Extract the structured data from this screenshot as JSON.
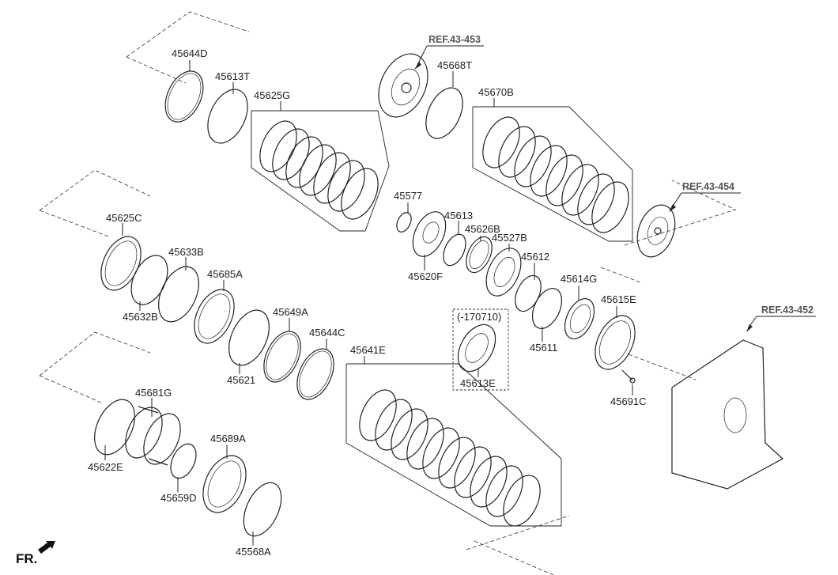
{
  "diagram": {
    "title": "Transmission clutch exploded view",
    "direction_label": "FR.",
    "references": [
      {
        "id": "ref-43-453",
        "label": "REF.43-453"
      },
      {
        "id": "ref-43-454",
        "label": "REF.43-454"
      },
      {
        "id": "ref-43-452",
        "label": "REF.43-452"
      }
    ],
    "parts": [
      {
        "id": "p45644D",
        "label": "45644D"
      },
      {
        "id": "p45613T",
        "label": "45613T"
      },
      {
        "id": "p45625G",
        "label": "45625G"
      },
      {
        "id": "p45668T",
        "label": "45668T"
      },
      {
        "id": "p45670B",
        "label": "45670B"
      },
      {
        "id": "p45577",
        "label": "45577"
      },
      {
        "id": "p45613",
        "label": "45613"
      },
      {
        "id": "p45626B",
        "label": "45626B"
      },
      {
        "id": "p45527B",
        "label": "45527B"
      },
      {
        "id": "p45620F",
        "label": "45620F"
      },
      {
        "id": "p45612",
        "label": "45612"
      },
      {
        "id": "p45614G",
        "label": "45614G"
      },
      {
        "id": "p45615E",
        "label": "45615E"
      },
      {
        "id": "p45611",
        "label": "45611"
      },
      {
        "id": "p45613E",
        "label": "45613E"
      },
      {
        "id": "p45691C",
        "label": "45691C"
      },
      {
        "id": "p45625C",
        "label": "45625C"
      },
      {
        "id": "p45633B",
        "label": "45633B"
      },
      {
        "id": "p45685A",
        "label": "45685A"
      },
      {
        "id": "p45632B",
        "label": "45632B"
      },
      {
        "id": "p45649A",
        "label": "45649A"
      },
      {
        "id": "p45644C",
        "label": "45644C"
      },
      {
        "id": "p45621",
        "label": "45621"
      },
      {
        "id": "p45641E",
        "label": "45641E"
      },
      {
        "id": "p45681G",
        "label": "45681G"
      },
      {
        "id": "p45622E",
        "label": "45622E"
      },
      {
        "id": "p45689A",
        "label": "45689A"
      },
      {
        "id": "p45659D",
        "label": "45659D"
      },
      {
        "id": "p45568A",
        "label": "45568A"
      }
    ],
    "note_variant": "(-170710)"
  }
}
